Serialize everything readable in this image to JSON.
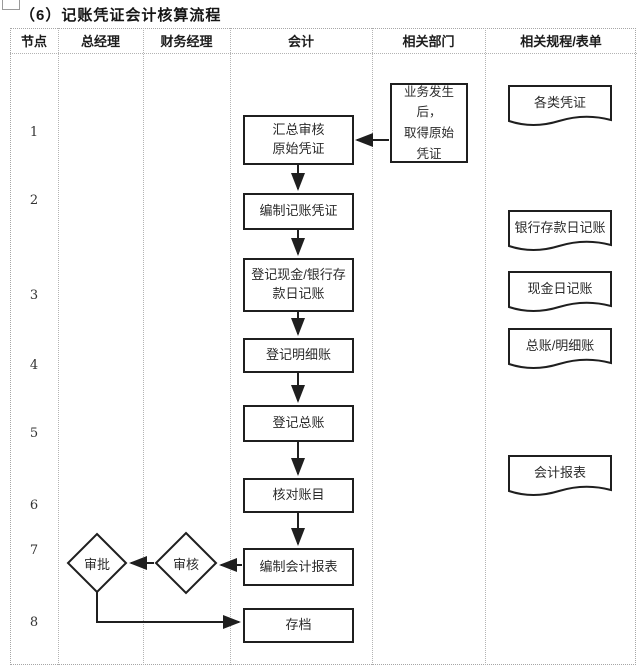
{
  "title": "（6）记账凭证会计核算流程",
  "table": {
    "headers": [
      "节点",
      "总经理",
      "财务经理",
      "会计",
      "相关部门",
      "相关规程/表单"
    ],
    "node_numbers": [
      "1",
      "2",
      "3",
      "4",
      "5",
      "6",
      "7",
      "8"
    ]
  },
  "flow": {
    "steps": [
      {
        "label": "汇总审核\n原始凭证"
      },
      {
        "label": "编制记账凭证"
      },
      {
        "label": "登记现金/银行存\n款日记账"
      },
      {
        "label": "登记明细账"
      },
      {
        "label": "登记总账"
      },
      {
        "label": "核对账目"
      },
      {
        "label": "编制会计报表"
      },
      {
        "label": "存档"
      }
    ],
    "trigger": {
      "label": "业务发生后，\n取得原始\n凭证"
    },
    "decisions": {
      "review": {
        "label": "审核"
      },
      "approve": {
        "label": "审批"
      }
    },
    "documents": [
      {
        "label": "各类凭证"
      },
      {
        "label": "银行存款日记账"
      },
      {
        "label": "现金日记账"
      },
      {
        "label": "总账/明细账"
      },
      {
        "label": "会计报表"
      }
    ]
  },
  "colors": {
    "line": "#1f1f1f",
    "grid": "#b3b3b3",
    "text": "#2b2b2b"
  }
}
